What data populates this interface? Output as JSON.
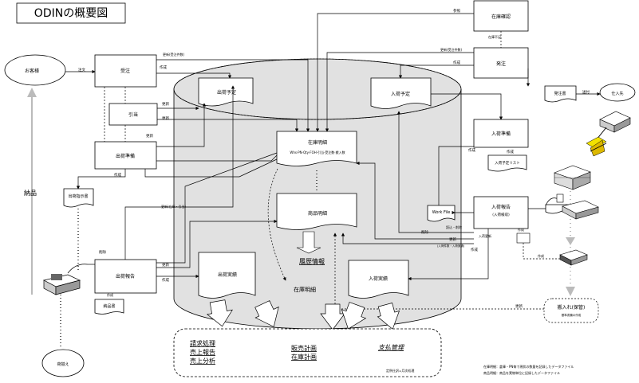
{
  "title": "ODINの概要図",
  "nodes": {
    "customer": "お客様",
    "order": "受注",
    "allocation": "引当",
    "ship_prep": "出荷準備",
    "ship_instruction": "出荷指示書",
    "ship_report": "出荷報告",
    "delivery_slip": "納品書",
    "inspection": "荷揃え",
    "ship_plan": "出荷予定",
    "stock_detail": "在庫明細",
    "stock_detail_sub": "Whs·PN·Qty·FOH·引当·受注数·搬入数",
    "product_detail": "商品明細",
    "history": "履歴情報",
    "stock_detail_label": "在庫明細",
    "ship_result": "出荷実績",
    "arrival_plan": "入荷予定",
    "arrival_result": "入荷実績",
    "stock_ref": "在庫確認",
    "purchase_order": "発注",
    "po_doc": "発注書",
    "supplier": "仕入先",
    "arrival_prep": "入荷準備",
    "arrival_list": "入荷予定リスト",
    "arrival_report": "入荷報告",
    "arrival_report_sub": "(入荷検収)",
    "workfile": "Work File",
    "storage": "搬入れ(保管)",
    "storage_sub": "基準書類の作成"
  },
  "labels": {
    "notice": "注文",
    "create": "作成",
    "update": "更新",
    "refer": "参照",
    "delete": "削除",
    "send": "送付",
    "arrival_update": "入荷更新",
    "delivery": "納品",
    "update_order_detail": "更新(受注件数)",
    "update_stock": "更新(在庫・引当)",
    "update_dot": "更新",
    "stock_shortage": "在庫不足",
    "read_delete": "読込・削除",
    "update_arrival": "(入荷件数・入荷実績)"
  },
  "outputs": {
    "billing": "請求処理",
    "sales_report": "売上報告",
    "sales_analysis": "売上分析",
    "sales_plan": "販売計画",
    "stock_plan": "在庫計画",
    "payment": "支払管理",
    "monthly_note": "定例仕訳=月次処理"
  },
  "legend": {
    "line1": "在庫明細：倉庫・PN毎で現状の数量を記録したデータファイル",
    "line2": "商品明細：商品を実物単位に記録したデータファイル"
  }
}
